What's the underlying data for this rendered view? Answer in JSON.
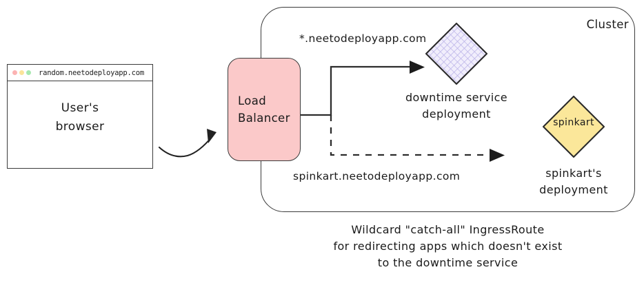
{
  "browser": {
    "url": "random.neetodeployapp.com",
    "label_line1": "User's",
    "label_line2": "browser",
    "dots": [
      "traffic-light-red",
      "traffic-light-yellow",
      "traffic-light-green"
    ]
  },
  "cluster": {
    "label": "Cluster"
  },
  "load_balancer": {
    "line1": "Load",
    "line2": "Balancer",
    "fill": "#fbc9c9"
  },
  "edges": {
    "wildcard_label": "*.neetodeployapp.com",
    "spinkart_label": "spinkart.neetodeployapp.com"
  },
  "nodes": {
    "downtime": {
      "caption_line1": "downtime service",
      "caption_line2": "deployment",
      "fill": "#e9e6fb"
    },
    "spinkart": {
      "inner_label": "spinkart",
      "caption_line1": "spinkart's",
      "caption_line2": "deployment",
      "fill": "#fbe79a"
    }
  },
  "caption": {
    "line1": "Wildcard \"catch-all\" IngressRoute",
    "line2": "for redirecting apps which doesn't exist",
    "line3": "to the downtime service"
  },
  "icons": {
    "curved_arrow": "curved-arrow-icon",
    "solid_arrow": "solid-arrow-icon",
    "dashed_arrow": "dashed-arrow-icon"
  }
}
